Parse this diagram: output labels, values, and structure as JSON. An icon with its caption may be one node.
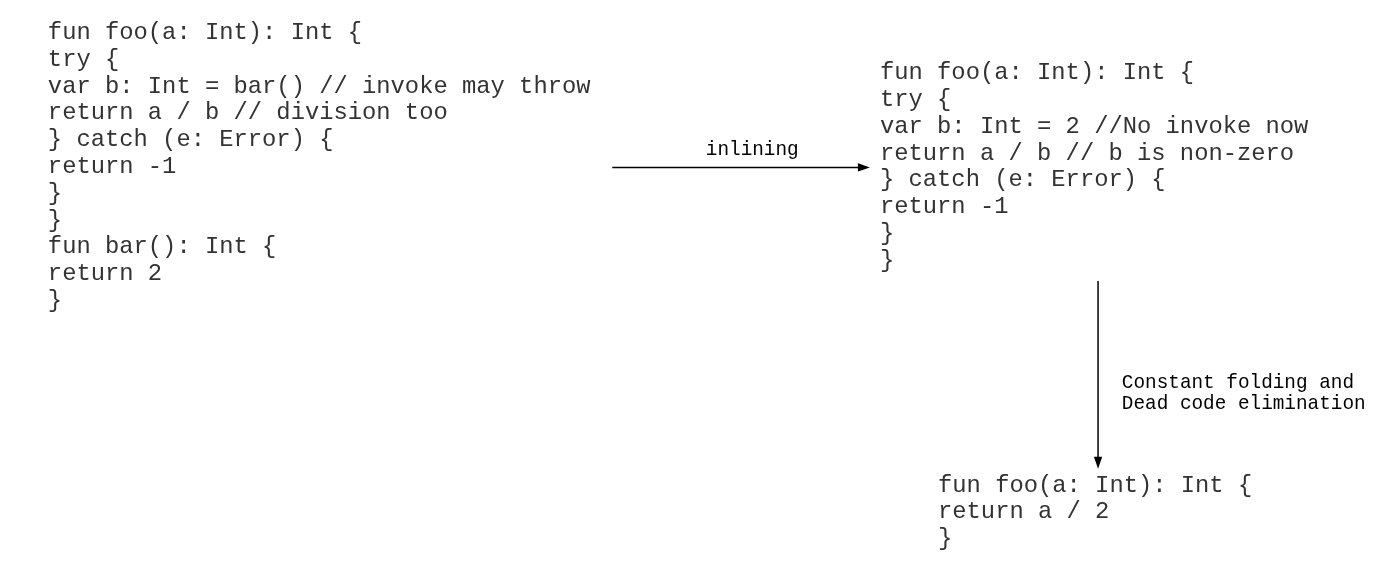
{
  "diagram": {
    "nodes": [
      {
        "text": [
          "fun foo(a: Int): Int {",
          "try {",
          "var b: Int = bar() // invoke may throw",
          "return a / b // division too",
          "} catch (e: Error) {",
          "return -1",
          "}",
          "}",
          "fun bar(): Int {",
          "return 2",
          "}"
        ]
      },
      {
        "text": [
          "fun foo(a: Int): Int {",
          "try {",
          "var b: Int = 2 //No invoke now",
          "return a / b // b is non-zero",
          "} catch (e: Error) {",
          "return -1",
          "}",
          "}"
        ]
      },
      {
        "text": [
          "fun foo(a: Int): Int {",
          "return a / 2",
          "}"
        ]
      }
    ],
    "edges": [
      {
        "from": 0,
        "to": 1,
        "arrow": "to",
        "label": "inlining"
      },
      {
        "from": 1,
        "to": 2,
        "arrow": "to",
        "label": "Constant folding and Dead code elimination"
      }
    ]
  }
}
